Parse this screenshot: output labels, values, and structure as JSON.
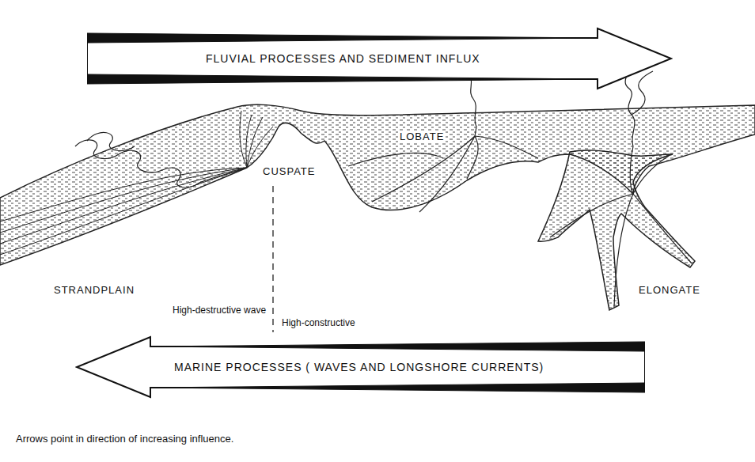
{
  "diagram": {
    "caption": "Arrows point in direction of increasing influence.",
    "nodes": [
      {
        "text": [
          "FLUVIAL PROCESSES AND SEDIMENT INFLUX"
        ]
      },
      {
        "text": [
          "MARINE PROCESSES ( WAVES AND LONGSHORE CURRENTS)"
        ]
      }
    ],
    "labels": [
      "STRANDPLAIN",
      "CUSPATE",
      "LOBATE",
      "ELONGATE",
      "High-destructive wave",
      "High-constructive"
    ]
  }
}
